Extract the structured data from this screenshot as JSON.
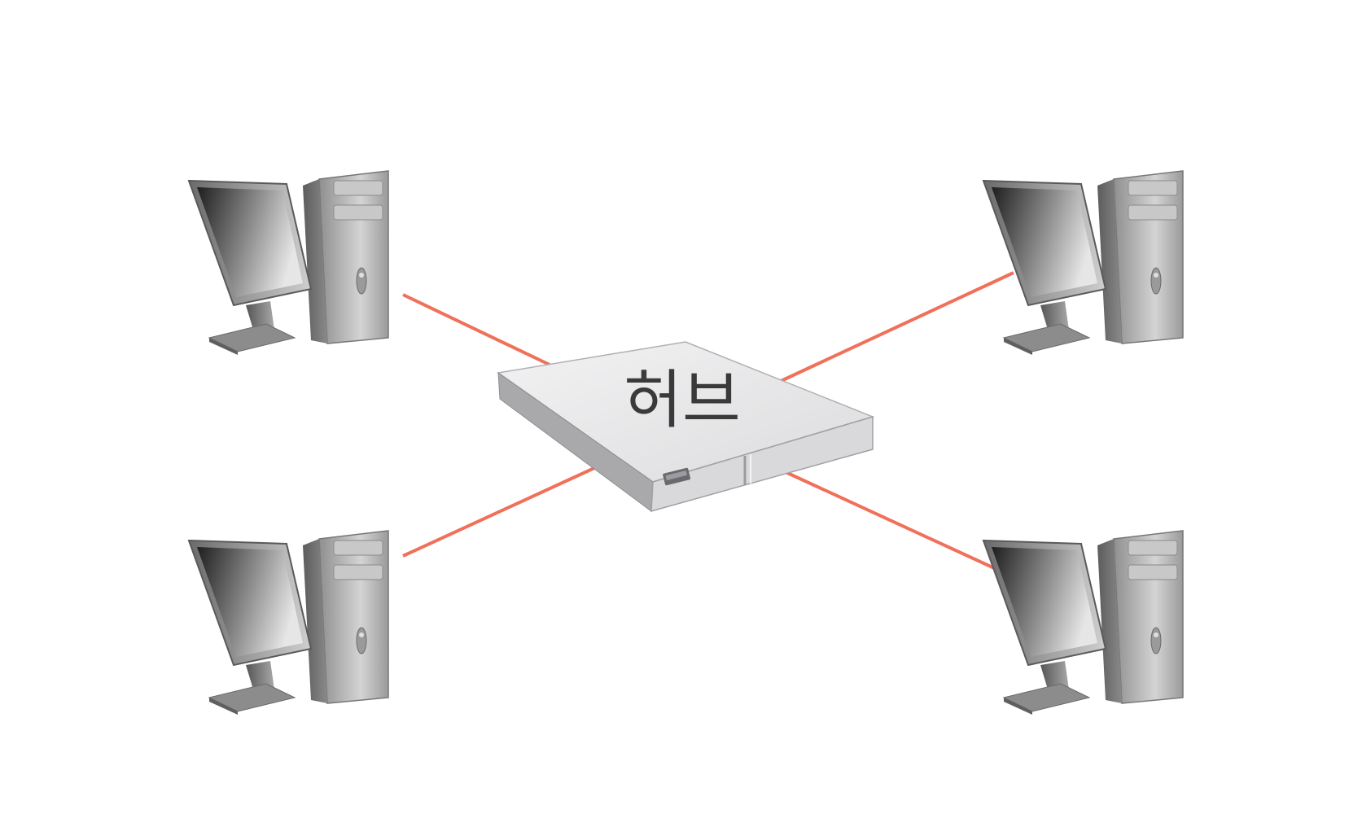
{
  "hub": {
    "label": "허브"
  },
  "colors": {
    "cable": "#f0705a",
    "hub_top": "#e8e8ea",
    "hub_side": "#b5b5b8",
    "background": "#ffffff"
  },
  "nodes": [
    {
      "id": "computer-top-left",
      "icon": "desktop-computer-icon"
    },
    {
      "id": "computer-bottom-left",
      "icon": "desktop-computer-icon"
    },
    {
      "id": "computer-top-right",
      "icon": "desktop-computer-icon"
    },
    {
      "id": "computer-bottom-right",
      "icon": "desktop-computer-icon"
    }
  ],
  "edges": [
    {
      "from": "computer-top-left",
      "to": "hub"
    },
    {
      "from": "computer-bottom-left",
      "to": "hub"
    },
    {
      "from": "computer-top-right",
      "to": "hub"
    },
    {
      "from": "computer-bottom-right",
      "to": "hub"
    }
  ]
}
